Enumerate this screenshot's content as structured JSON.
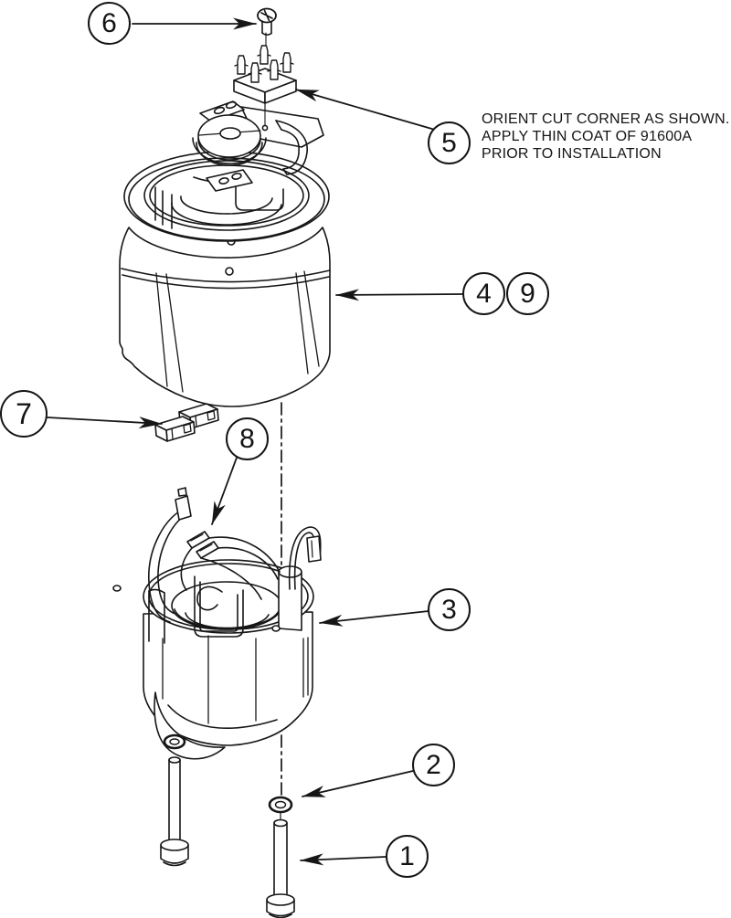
{
  "note": {
    "lines": [
      "ORIENT CUT CORNER AS SHOWN.",
      "APPLY THIN COAT OF 91600A",
      "PRIOR TO INSTALLATION"
    ]
  },
  "callouts": {
    "c1": "1",
    "c2": "2",
    "c3": "3",
    "c4": "4",
    "c5": "5",
    "c6": "6",
    "c7": "7",
    "c8": "8",
    "c9": "9"
  },
  "colors": {
    "line": "#161616",
    "background": "#ffffff"
  }
}
